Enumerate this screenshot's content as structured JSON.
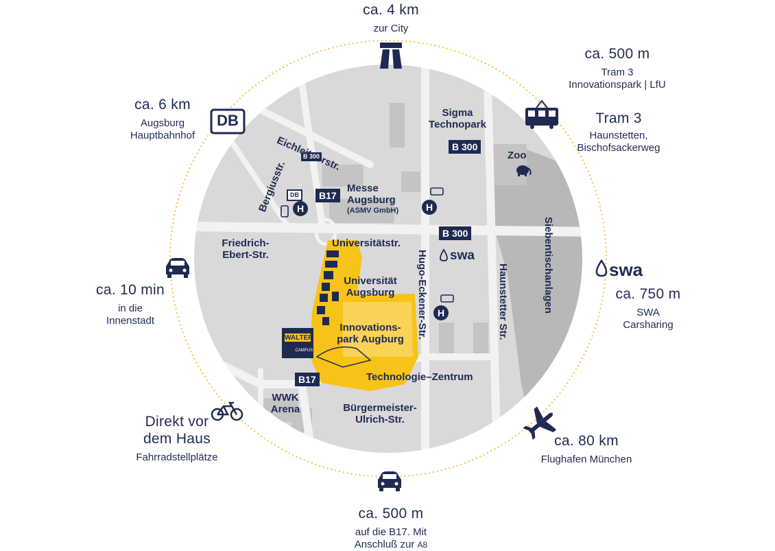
{
  "colors": {
    "navy": "#1f2a52",
    "campus": "#f7c318",
    "campus_light": "#fbdc7e",
    "map_bg": "#d9d9d9",
    "road": "#f2f2f2",
    "block": "#bdbdbd",
    "ring": "#f1c233"
  },
  "outer": {
    "top": {
      "distance": "ca. 4 km",
      "desc": "zur City",
      "icon": "highway-icon"
    },
    "top_right_1": {
      "distance": "ca. 500 m",
      "line1": "Tram 3",
      "line2": "Innovationspark | LfU",
      "icon": "tram-icon"
    },
    "top_right_2": {
      "title": "Tram 3",
      "line1": "Haunstetten,",
      "line2": "Bischofsackerweg"
    },
    "right": {
      "brand": "swa",
      "distance": "ca. 750 m",
      "line1": "SWA",
      "line2": "Carsharing"
    },
    "bottom_right": {
      "distance": "ca. 80 km",
      "desc": "Flughafen München",
      "icon": "airplane-icon"
    },
    "bottom": {
      "distance": "ca. 500 m",
      "line1": "auf die B17. Mit",
      "line2a": "Anschluß zur",
      "line2b": "A8",
      "icon": "car-icon"
    },
    "bottom_left": {
      "line1": "Direkt vor",
      "line2": "dem Haus",
      "desc": "Fahrradstellplätze",
      "icon": "bicycle-icon"
    },
    "left": {
      "distance": "ca. 10 min",
      "line1": "in die",
      "line2": "Innenstadt",
      "icon": "car-icon"
    },
    "top_left": {
      "distance": "ca. 6 km",
      "line1": "Augsburg",
      "line2": "Hauptbahnhof",
      "brand": "DB"
    }
  },
  "map": {
    "streets": {
      "eichleitner": "Eichleitnerstr.",
      "bergius": "Bergiusstr.",
      "friedrich1": "Friedrich-",
      "friedrich2": "Ebert-Str.",
      "universitaet": "Universitätstr.",
      "hugo": "Hugo-Eckener-Str.",
      "haunstetter": "Haunstetter Str.",
      "siebentisch": "Siebentischanlagen",
      "buergermeister1": "Bürgermeister-",
      "buergermeister2": "Ulrich-Str."
    },
    "places": {
      "sigma1": "Sigma",
      "sigma2": "Technopark",
      "zoo": "Zoo",
      "messe1": "Messe",
      "messe2": "Augsburg",
      "messe3": "(ASMV GmbH)",
      "uni1": "Universität",
      "uni2": "Augsburg",
      "innov1": "Innovations-",
      "innov2": "park Augburg",
      "tz": "Technologie–Zentrum",
      "wwk1": "WWK",
      "wwk2": "Arena"
    },
    "badges": {
      "b300_top": "B 300",
      "b300_small": "B 300",
      "b300_mid": "B 300",
      "b17_top": "B17",
      "b17_bottom": "B17",
      "db_small": "DB"
    },
    "swa_small": "swa",
    "walter": {
      "name": "WALTER",
      "sub": "CAMPUS"
    },
    "bus_stop": "H"
  }
}
